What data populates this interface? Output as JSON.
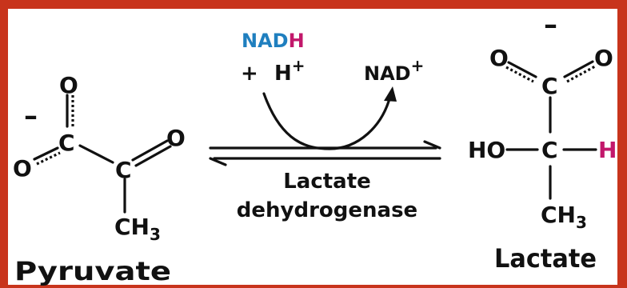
{
  "reactant": {
    "name": "Pyruvate",
    "charge": "–",
    "atoms": {
      "o_top": "O",
      "c_carboxyl": "C",
      "o_left": "O",
      "c_keto": "C",
      "o_keto": "O",
      "ch3": "CH",
      "ch3_sub": "3"
    }
  },
  "product": {
    "name": "Lactate",
    "charge": "–",
    "atoms": {
      "o_left": "O",
      "o_right": "O",
      "c_carboxyl": "C",
      "ho": "HO",
      "c_center": "C",
      "h": "H",
      "ch3": "CH",
      "ch3_sub": "3"
    }
  },
  "cofactor": {
    "nadh_main": "NAD",
    "nadh_h": "H",
    "plus": "+",
    "proton": "H",
    "proton_sup": "+",
    "nad": "NAD",
    "nad_sup": "+"
  },
  "enzyme": {
    "line1": "Lactate",
    "line2": "dehydrogenase"
  },
  "colors": {
    "border": "#c8341c",
    "blue": "#1f7fbf",
    "magenta": "#c2186b",
    "ink": "#111111"
  }
}
